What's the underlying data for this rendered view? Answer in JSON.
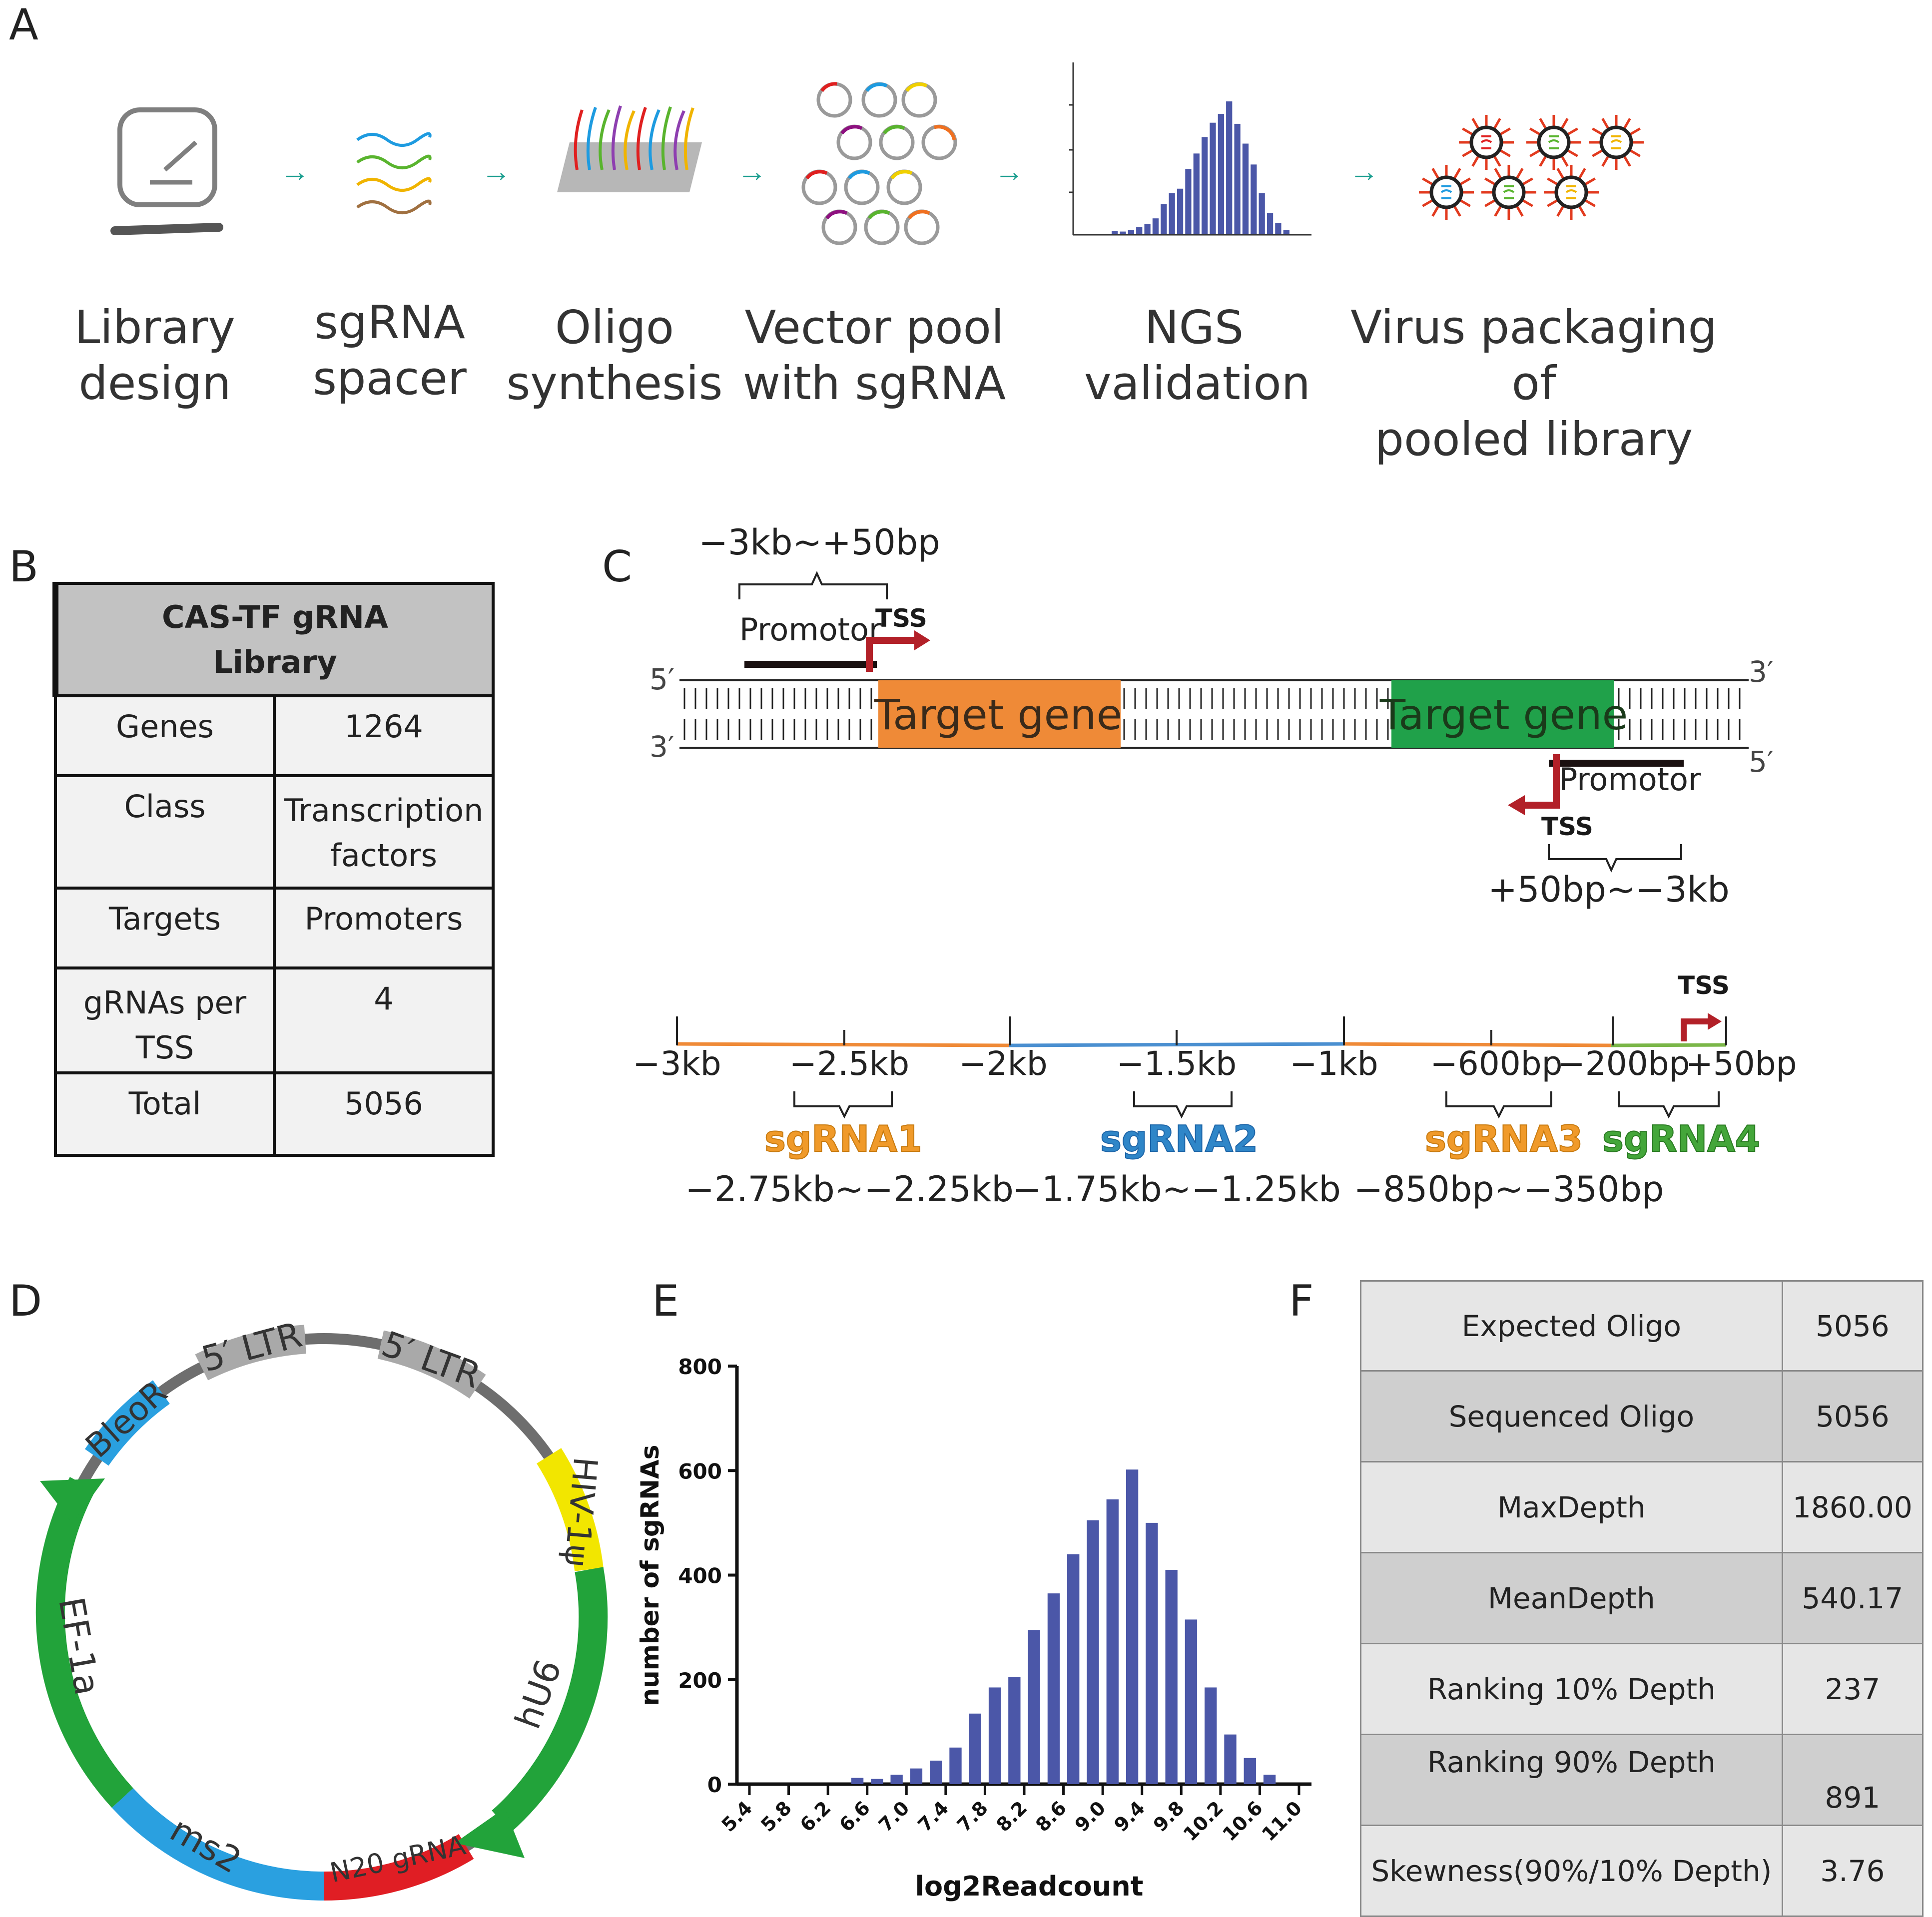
{
  "panels": {
    "a": "A",
    "b": "B",
    "c": "C",
    "d": "D",
    "e": "E",
    "f": "F"
  },
  "workflow": {
    "steps": [
      {
        "line1": "Library",
        "line2": "design"
      },
      {
        "line1": "sgRNA",
        "line2": "spacer"
      },
      {
        "line1": "Oligo",
        "line2": "synthesis"
      },
      {
        "line1": "Vector pool",
        "line2": "with sgRNA"
      },
      {
        "line1": "NGS",
        "line2": "validation"
      },
      {
        "line1": "Virus packaging of",
        "line2": "pooled library"
      }
    ],
    "arrow": "→",
    "icons": [
      "computer-icon",
      "sgrna-strands-icon",
      "oligo-chip-icon",
      "plasmid-pool-icon",
      "histogram-icon",
      "virus-particles-icon"
    ]
  },
  "library_table": {
    "title1": "CAS-TF gRNA",
    "title2": "Library",
    "rows": [
      {
        "k": "Genes",
        "v": "1264"
      },
      {
        "k": "Class",
        "v": "Transcription factors"
      },
      {
        "k": "Targets",
        "v": "Promoters"
      },
      {
        "k": "gRNAs per TSS",
        "v": "4"
      },
      {
        "k": "Total",
        "v": "5056"
      }
    ]
  },
  "gene_diagram": {
    "top_range": "−3kb~+50bp",
    "bottom_range": "+50bp~−3kb",
    "promoter": "Promotor",
    "tss": "TSS",
    "target_gene": "Target gene",
    "five_prime": "5′",
    "three_prime": "3′",
    "colors": {
      "gene1": "#ef8a37",
      "gene2": "#20a14a",
      "tss_arrow": "#b22028"
    }
  },
  "sgrna_axis": {
    "ticks": [
      "−3kb",
      "−2.5kb",
      "−2kb",
      "−1.5kb",
      "−1kb",
      "−600bp",
      "−200bp",
      "+50bp"
    ],
    "tss": "TSS",
    "guides": [
      {
        "name": "sgRNA1",
        "range": "−2.75kb~−2.25kb",
        "color": "#f09a2a"
      },
      {
        "name": "sgRNA2",
        "range": "−1.75kb~−1.25kb",
        "color": "#2f86c8"
      },
      {
        "name": "sgRNA3",
        "range": "−850bp~−350bp",
        "color": "#f09a2a"
      },
      {
        "name": "sgRNA4",
        "range": "",
        "color": "#44a63a"
      }
    ]
  },
  "plasmid": {
    "segments": [
      "5′ LTR",
      "5′ LTR",
      "HIV-1ψ",
      "hU6",
      "N20 gRNA",
      "ms2",
      "EF-1a",
      "BleoR"
    ],
    "colors": {
      "ltr": "#a9a9a9",
      "psi": "#f2e600",
      "green": "#22a33a",
      "red": "#e01e24",
      "blue": "#2aa0e0",
      "backbone": "#6e6e6e"
    }
  },
  "chart_data": {
    "type": "bar",
    "title": "",
    "xlabel": "log2Readcount",
    "ylabel": "number of sgRNAs",
    "ylim": [
      0,
      800
    ],
    "yticks": [
      "0",
      "200",
      "400",
      "600",
      "800"
    ],
    "xticks": [
      "5.4",
      "5.8",
      "6.2",
      "6.6",
      "7.0",
      "7.4",
      "7.8",
      "8.2",
      "8.6",
      "9.0",
      "9.4",
      "9.8",
      "10.2",
      "10.6",
      "11.0"
    ],
    "xlim": [
      5.4,
      11.0
    ],
    "bar_color": "#4b57a8",
    "x": [
      6.5,
      6.7,
      6.9,
      7.1,
      7.3,
      7.5,
      7.7,
      7.9,
      8.1,
      8.3,
      8.5,
      8.7,
      8.9,
      9.1,
      9.3,
      9.5,
      9.7,
      9.9,
      10.1,
      10.3,
      10.5,
      10.7
    ],
    "values": [
      12,
      10,
      18,
      30,
      45,
      70,
      135,
      185,
      205,
      295,
      365,
      440,
      505,
      545,
      602,
      500,
      410,
      315,
      185,
      95,
      50,
      18
    ]
  },
  "ngs_table": {
    "rows": [
      {
        "k": "Expected Oligo",
        "v": "5056"
      },
      {
        "k": "Sequenced Oligo",
        "v": "5056"
      },
      {
        "k": "MaxDepth",
        "v": "1860.00"
      },
      {
        "k": "MeanDepth",
        "v": "540.17"
      },
      {
        "k": "Ranking 10% Depth",
        "v": "237"
      },
      {
        "k": "Ranking 90% Depth",
        "v": "891"
      },
      {
        "k": "Skewness(90%/10% Depth)",
        "v": "3.76"
      }
    ],
    "colors": {
      "light": "#e6e6e6",
      "dark": "#cfcfcf"
    }
  }
}
